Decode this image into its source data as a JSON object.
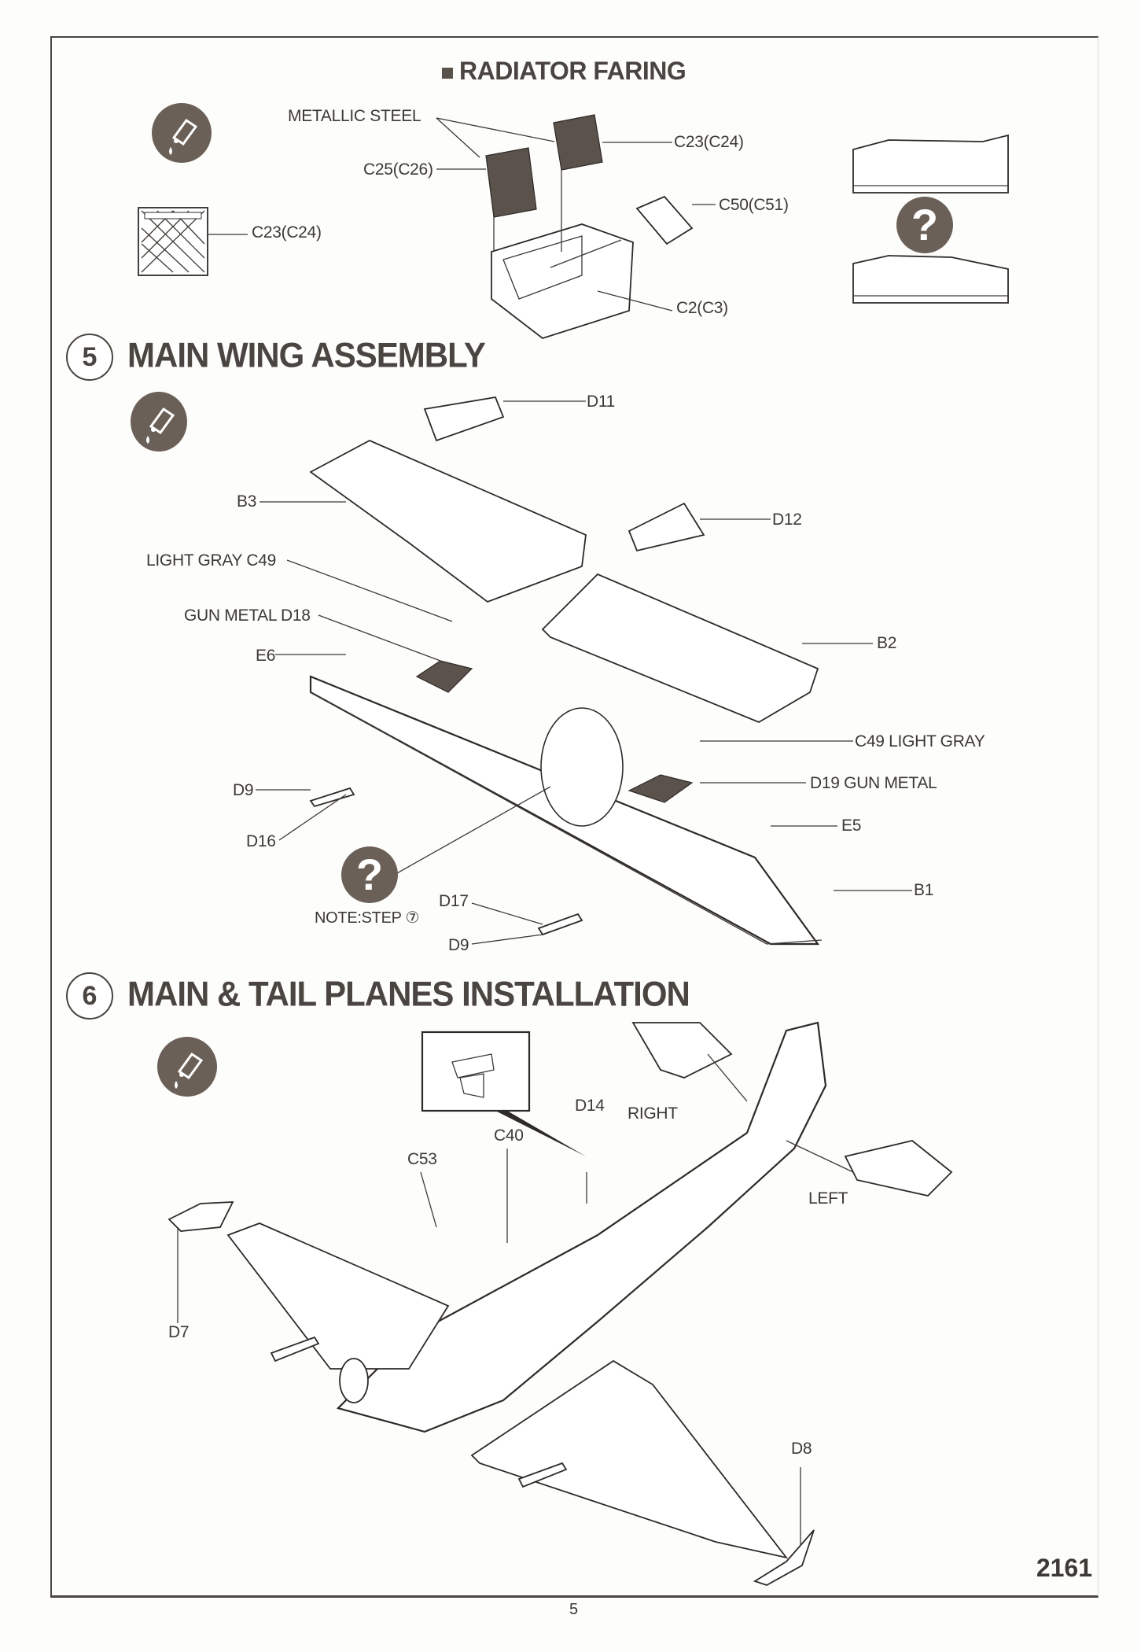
{
  "page": {
    "kit_number": "2161",
    "page_number": "5"
  },
  "radiator_faring": {
    "title": "RADIATOR FARING",
    "icons": [
      "cement-icon",
      "question-icon"
    ],
    "callouts": {
      "metallic_steel": "METALLIC STEEL",
      "c23_c24_top": "C23(C24)",
      "c25_c26": "C25(C26)",
      "c50_c51": "C50(C51)",
      "c2_c3": "C2(C3)",
      "c23_c24_detail": "C23(C24)"
    }
  },
  "step5": {
    "number": "5",
    "title": "MAIN WING ASSEMBLY",
    "icons": [
      "cement-icon",
      "question-icon"
    ],
    "callouts": {
      "d11": "D11",
      "d12": "D12",
      "b3": "B3",
      "b2": "B2",
      "b1": "B1",
      "light_gray_c49": "LIGHT  GRAY C49",
      "gun_metal_d18": "GUN  METAL  D18",
      "e6": "E6",
      "e5": "E5",
      "c49_light_gray": "C49 LIGHT  GRAY",
      "d19_gun_metal": "D19  GUN METAL",
      "d9_top": "D9",
      "d16": "D16",
      "d17": "D17",
      "d9_bottom": "D9",
      "note": "NOTE:STEP ⑦"
    }
  },
  "step6": {
    "number": "6",
    "title": "MAIN & TAIL PLANES INSTALLATION",
    "icons": [
      "cement-icon"
    ],
    "callouts": {
      "d14": "D14",
      "c40": "C40",
      "c53": "C53",
      "right": "RIGHT",
      "left": "LEFT",
      "d7": "D7",
      "d8": "D8"
    }
  }
}
